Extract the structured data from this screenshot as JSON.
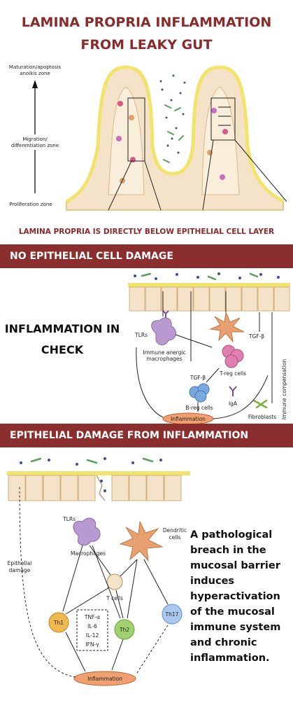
{
  "header": {
    "title_line1": "LAMINA PROPRIA INFLAMMATION",
    "title_line2": "FROM LEAKY GUT"
  },
  "crypt": {
    "zone_top_line1": "Maturation/apoptosis",
    "zone_top_line2": "anoikis zone",
    "zone_mid_line1": "Migration/",
    "zone_mid_line2": "differentiation zone",
    "zone_bottom": "Proliferation zone"
  },
  "note": "LAMINA PROPRIA IS DIRECTLY BELOW EPITHELIAL CELL LAYER",
  "section1": {
    "heading": "NO EPITHELIAL CELL DAMAGE",
    "side_line1": "INFLAMMATION IN",
    "side_line2": "CHECK",
    "labels": {
      "tlrs": "TLRs",
      "tgf_top": "TGF-β",
      "macro_line1": "Immune anergic",
      "macro_line2": "macrophages",
      "treg": "T-reg cells",
      "tgf_mid": "TGF-β",
      "breg": "B-reg cells",
      "iga": "IgA",
      "inflammation": "Inflammation",
      "fibroblasts": "Fibroblasts",
      "compensation": "Immune compensation"
    }
  },
  "section2": {
    "heading": "EPITHELIAL DAMAGE FROM INFLAMMATION",
    "labels": {
      "tlrs": "TLRs",
      "dendritic_line1": "Dendritic",
      "dendritic_line2": "cells",
      "macrophages": "Macrophages",
      "epi_line1": "Epithelial",
      "epi_line2": "damage",
      "tcells": "T cells",
      "th1": "Th1",
      "th2": "Th2",
      "th17": "Th17",
      "cytokines": [
        "TNF-α",
        "IL-6",
        "IL-12",
        "IFN-γ"
      ],
      "inflammation": "Inflammation"
    },
    "description": [
      "A pathological",
      "breach in the",
      "mucosal barrier",
      "induces",
      "hyperactivation",
      "of the mucosal",
      "immune system",
      "and chronic",
      "inflammation."
    ]
  }
}
